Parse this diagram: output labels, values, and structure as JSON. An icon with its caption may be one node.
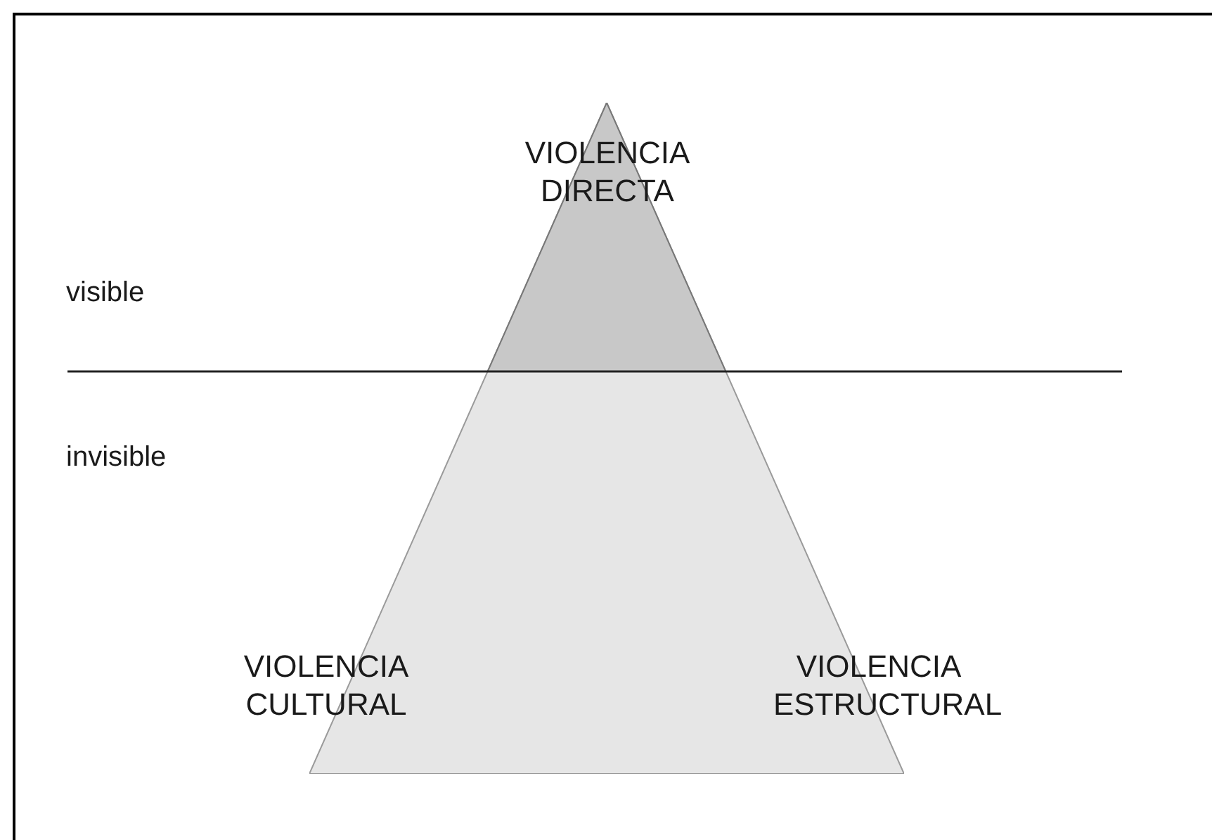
{
  "diagram": {
    "nodes": [
      {
        "text": [
          "VIOLENCIA DIRECTA",
          "VIOLENCIA CULTURAL",
          "VIOLENCIA ESTRUCTURAL"
        ]
      }
    ],
    "labels": [
      "visible",
      "invisible"
    ]
  }
}
